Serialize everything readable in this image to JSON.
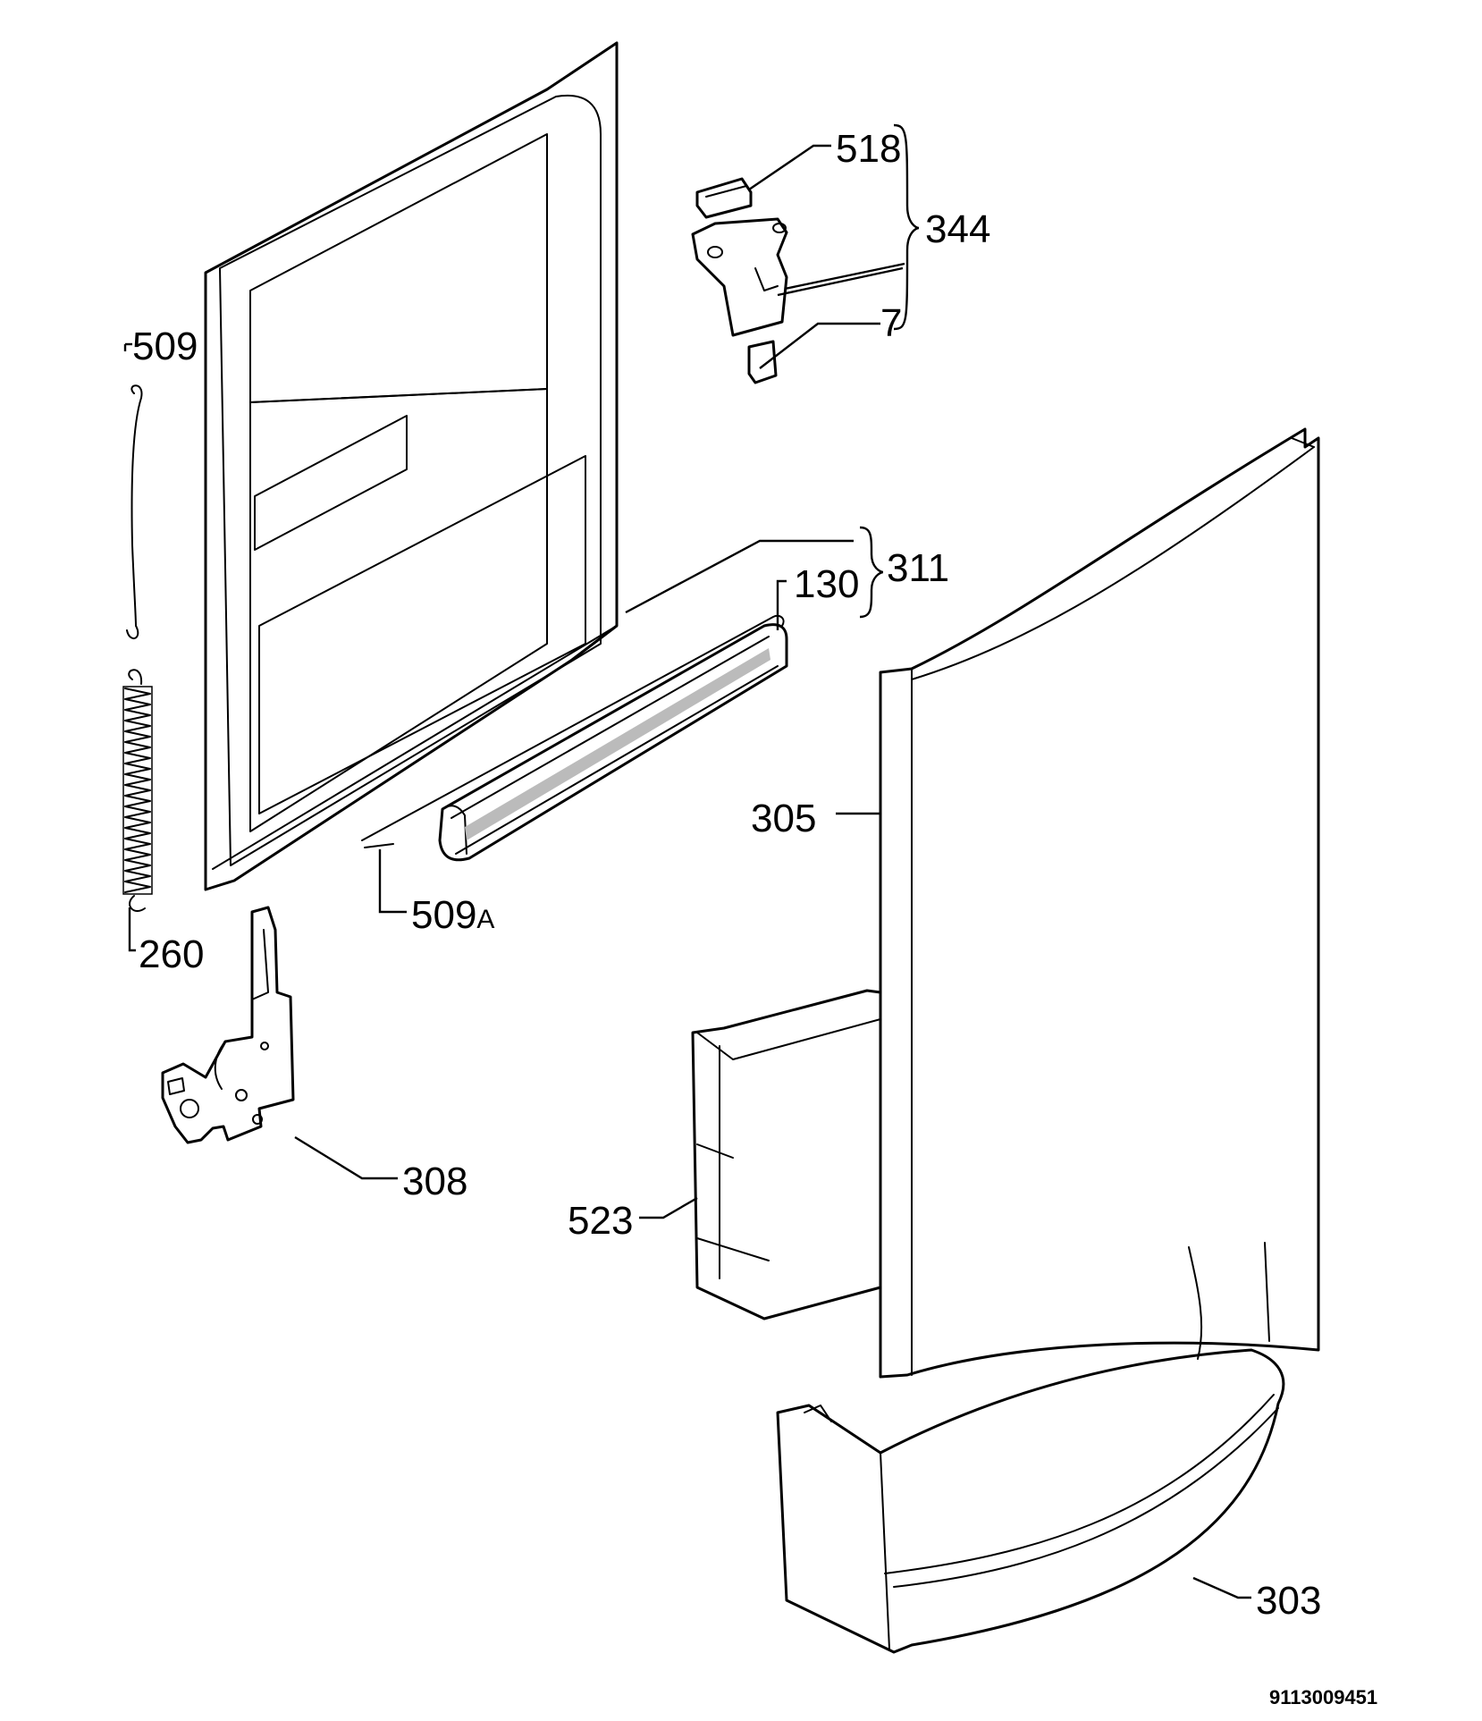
{
  "labels": {
    "p518": "518",
    "p344": "344",
    "p7": "7",
    "p509": "509",
    "p311": "311",
    "p130": "130",
    "p305": "305",
    "p509a": "509",
    "p509a_suffix": "A",
    "p260": "260",
    "p308": "308",
    "p523": "523",
    "p303": "303"
  },
  "document_id": "9113009451"
}
